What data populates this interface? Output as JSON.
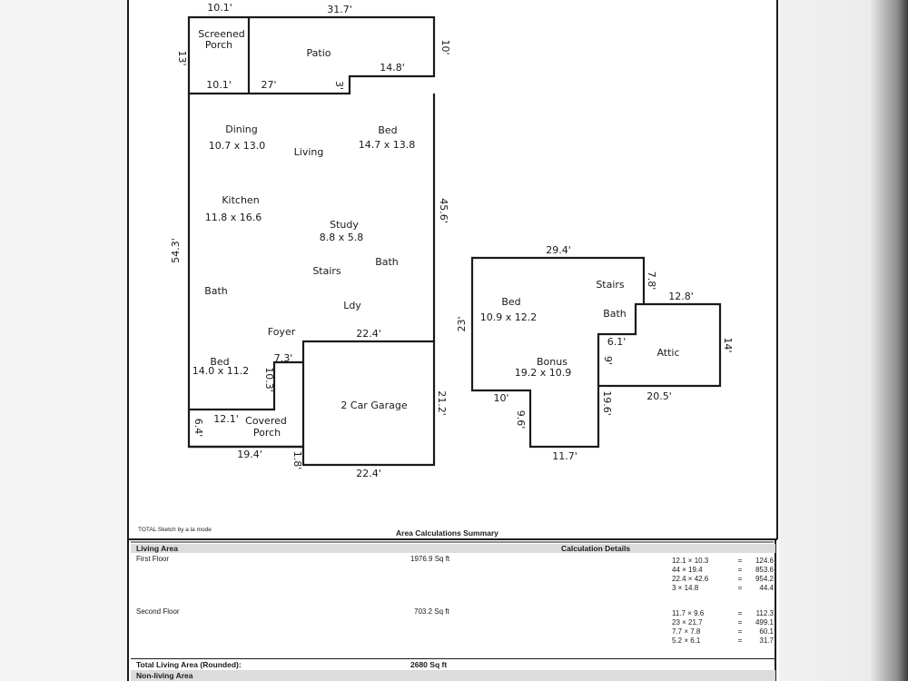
{
  "sketch": {
    "first_floor": {
      "rooms": {
        "screened_porch": [
          "Screened",
          "Porch"
        ],
        "patio": "Patio",
        "dining": {
          "name": "Dining",
          "size": "10.7 x 13.0"
        },
        "living": "Living",
        "bed1": {
          "name": "Bed",
          "size": "14.7 x 13.8"
        },
        "kitchen": {
          "name": "Kitchen",
          "size": "11.8 x 16.6"
        },
        "study": {
          "name": "Study",
          "size": "8.8 x 5.8"
        },
        "stairs": "Stairs",
        "bath1": "Bath",
        "bath2": "Bath",
        "laundry": "Ldy",
        "foyer": "Foyer",
        "bed2": {
          "name": "Bed",
          "size": "14.0 x 11.2"
        },
        "covered_porch": [
          "Covered",
          "Porch"
        ],
        "garage": "2 Car Garage"
      },
      "dims": {
        "top_left": "10.1'",
        "top_main": "31.7'",
        "porch_side": "13'",
        "patio_right": "10'",
        "patio_step": "14.8'",
        "porch_bottom": "10.1'",
        "patio_bottom": "27'",
        "patio_notch": "3'",
        "left_side": "54.3'",
        "right_side": "45.6'",
        "garage_top": "22.4'",
        "foyer_notch": "7.3'",
        "foyer_vert": "10.3'",
        "garage_right": "21.2'",
        "porch_top": "12.1'",
        "porch_left": "6.4'",
        "porch_bottom2": "19.4'",
        "porch_notch": "1.8'",
        "garage_bottom": "22.4'"
      }
    },
    "second_floor": {
      "rooms": {
        "bed": {
          "name": "Bed",
          "size": "10.9 x 12.2"
        },
        "stairs": "Stairs",
        "bath": "Bath",
        "bonus": {
          "name": "Bonus",
          "size": "19.2 x 10.9"
        },
        "attic": "Attic"
      },
      "dims": {
        "top": "29.4'",
        "stairs_side": "7.8'",
        "attic_top": "12.8'",
        "left": "23'",
        "attic_right": "14'",
        "notch_a": "6.1'",
        "notch_b": "9'",
        "bottom_left": "10'",
        "attic_bottom": "20.5'",
        "left_lower": "9.6'",
        "right_lower": "19.6'",
        "bottom": "11.7'"
      }
    }
  },
  "credit": "TOTAL Sketch by a la mode",
  "summary": {
    "title": "Area Calculations Summary",
    "living_area_header": "Living Area",
    "calc_details_header": "Calculation Details",
    "first_floor": {
      "label": "First Floor",
      "area": "1976.9 Sq ft"
    },
    "first_floor_calcs": [
      {
        "expr": "12.1 × 10.3",
        "result": "124.6"
      },
      {
        "expr": "44 × 19.4",
        "result": "853.6"
      },
      {
        "expr": "22.4 × 42.6",
        "result": "954.2"
      },
      {
        "expr": "3 × 14.8",
        "result": "44.4"
      }
    ],
    "second_floor": {
      "label": "Second Floor",
      "area": "703.2 Sq ft"
    },
    "second_floor_calcs": [
      {
        "expr": "11.7 × 9.6",
        "result": "112.3"
      },
      {
        "expr": "23 × 21.7",
        "result": "499.1"
      },
      {
        "expr": "7.7 × 7.8",
        "result": "60.1"
      },
      {
        "expr": "5.2 × 6.1",
        "result": "31.7"
      }
    ],
    "equals": "=",
    "total_label": "Total Living Area (Rounded):",
    "total_value": "2680 Sq ft",
    "non_living_header": "Non-living Area"
  }
}
